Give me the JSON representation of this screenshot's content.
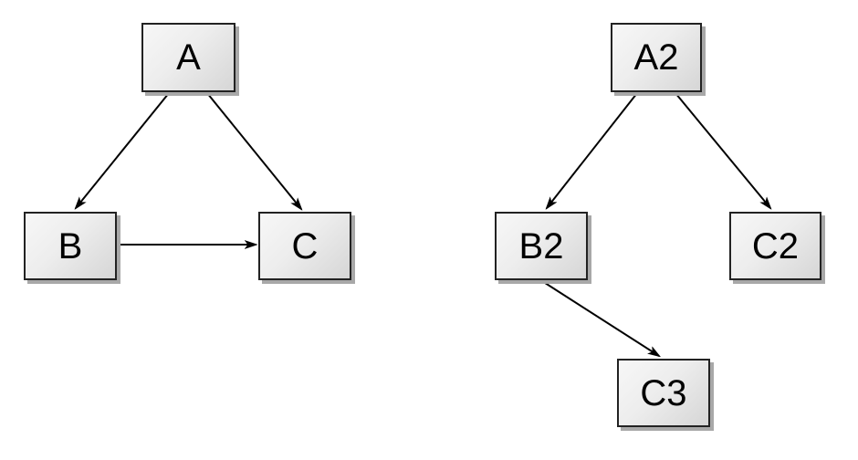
{
  "diagram": {
    "background_color": "#ffffff",
    "left_graph": {
      "nodes": [
        {
          "id": "A",
          "label": "A"
        },
        {
          "id": "B",
          "label": "B"
        },
        {
          "id": "C",
          "label": "C"
        }
      ],
      "edges": [
        {
          "from": "A",
          "to": "B"
        },
        {
          "from": "A",
          "to": "C"
        },
        {
          "from": "B",
          "to": "C"
        }
      ]
    },
    "right_graph": {
      "nodes": [
        {
          "id": "A2",
          "label": "A2"
        },
        {
          "id": "B2",
          "label": "B2"
        },
        {
          "id": "C2",
          "label": "C2"
        },
        {
          "id": "C3",
          "label": "C3"
        }
      ],
      "edges": [
        {
          "from": "A2",
          "to": "B2"
        },
        {
          "from": "A2",
          "to": "C2"
        },
        {
          "from": "B2",
          "to": "C3"
        }
      ]
    },
    "colors": {
      "node_fill_light": "#f7f7f7",
      "node_fill_dark": "#d6d6d6",
      "node_border": "#222222",
      "node_shadow": "#a8a8a8",
      "edge_stroke": "#000000",
      "label_color": "#000000"
    }
  }
}
